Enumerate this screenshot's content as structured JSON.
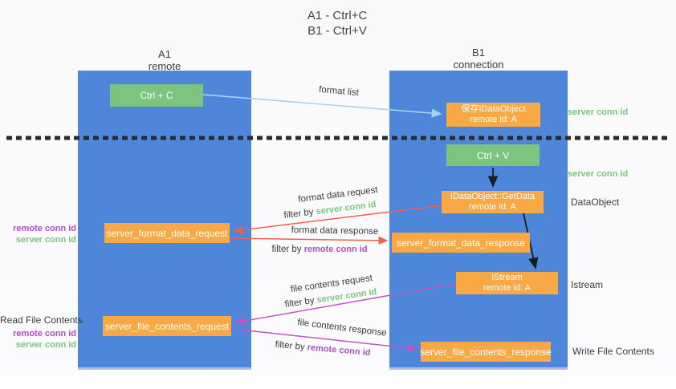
{
  "title": {
    "line1": "A1 - Ctrl+C",
    "line2": "B1 - Ctrl+V"
  },
  "columns": {
    "left": {
      "id": "A1",
      "name": "remote"
    },
    "right": {
      "id": "B1",
      "name": "connection"
    }
  },
  "nodes": {
    "ctrl_c": {
      "label": "Ctrl + C"
    },
    "save_idataobject": {
      "line1": "保存IDataObject",
      "line2": "remote id: A"
    },
    "ctrl_v": {
      "label": "Ctrl + V"
    },
    "getdata": {
      "line1": "IDataObject::GetData",
      "line2": "remote id: A"
    },
    "format_request": {
      "label": "server_format_data_request"
    },
    "format_response": {
      "label": "server_format_data_response"
    },
    "istream": {
      "line1": "IStream",
      "line2": "remote id: A"
    },
    "file_request": {
      "label": "server_file_contents_request"
    },
    "file_response": {
      "label": "server_file_contents_response"
    }
  },
  "side_labels": {
    "server_conn_id_top": "server conn id",
    "server_conn_id_mid": "server conn id",
    "dataobject": "DataObject",
    "istream": "Istream",
    "write_file_contents": "Write File Contents",
    "read_file_contents": "Read File Contents",
    "left_pair1": {
      "remote": "remote conn id",
      "server": "server conn id"
    },
    "left_pair2": {
      "remote": "remote conn id",
      "server": "server conn id"
    }
  },
  "arrow_labels": {
    "format_list": "format list",
    "format_data_request": "format data request",
    "filter_server_1": {
      "prefix": "filter by ",
      "id": "server conn id"
    },
    "format_data_response": "format data response",
    "filter_remote_1": {
      "prefix": "filter by ",
      "id": "remote conn id"
    },
    "file_contents_request": "file contents request",
    "filter_server_2": {
      "prefix": "filter by ",
      "id": "server conn id"
    },
    "file_contents_response": "file contents response",
    "filter_remote_2": {
      "prefix": "filter by ",
      "id": "remote conn id"
    }
  },
  "colors": {
    "column_blue": "#4E86D9",
    "box_green": "#7CC47F",
    "box_orange": "#F8A845",
    "text_green": "#77C77D",
    "text_purple": "#B14FC4",
    "arrow_red": "#EC6156",
    "arrow_magenta": "#C455C0",
    "arrow_blue": "#A9D3ED",
    "arrow_black": "#1d1d1d",
    "separator": "#2b2b2b"
  }
}
